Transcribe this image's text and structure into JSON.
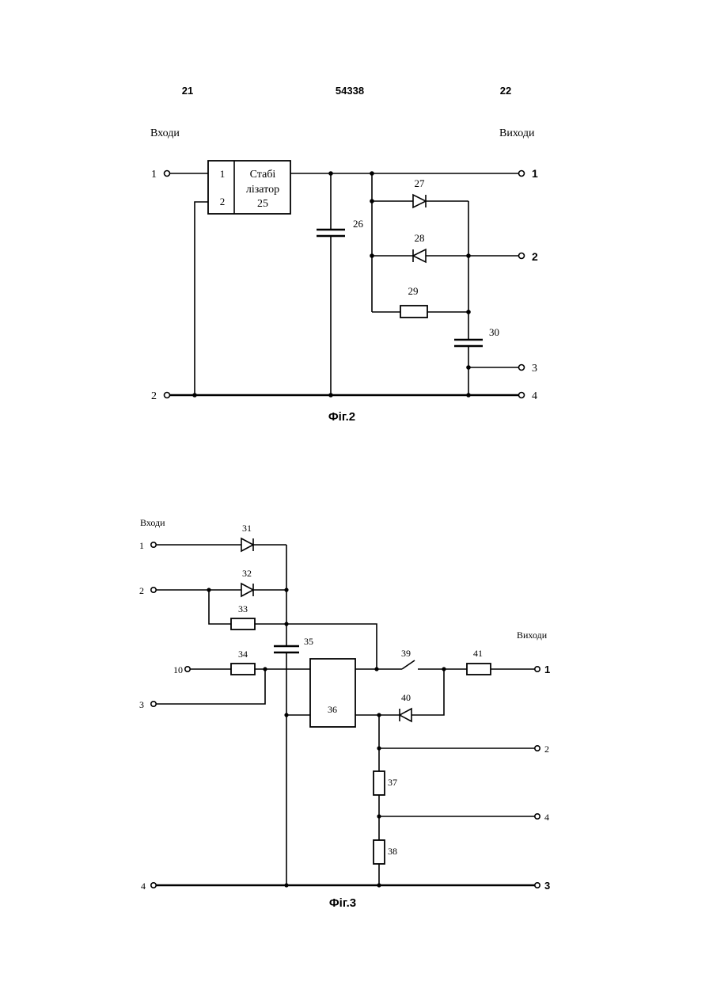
{
  "header": {
    "left_page": "21",
    "patent_number": "54338",
    "right_page": "22"
  },
  "fig2": {
    "caption": "Фіг.2",
    "inputs_label": "Входи",
    "outputs_label": "Виходи",
    "stabilizer": {
      "pin1": "1",
      "pin2": "2",
      "line1": "Стабі",
      "line2": "лізатор",
      "line3": "25"
    },
    "inputs": [
      "1",
      "2"
    ],
    "outputs": [
      "1",
      "2",
      "3",
      "4"
    ],
    "components": {
      "capacitor_26": "26",
      "diode_27": "27",
      "diode_28": "28",
      "resistor_29": "29",
      "capacitor_30": "30"
    }
  },
  "fig3": {
    "caption": "Фіг.3",
    "inputs_label": "Входи",
    "outputs_label": "Виходи",
    "inputs": [
      "1",
      "2",
      "10",
      "3",
      "4"
    ],
    "outputs": [
      "1",
      "2",
      "4",
      "3"
    ],
    "components": {
      "diode_31": "31",
      "diode_32": "32",
      "resistor_33": "33",
      "resistor_34": "34",
      "capacitor_35": "35",
      "block_36": "36",
      "resistor_37": "37",
      "resistor_38": "38",
      "switch_39": "39",
      "diode_40": "40",
      "resistor_41": "41"
    }
  }
}
